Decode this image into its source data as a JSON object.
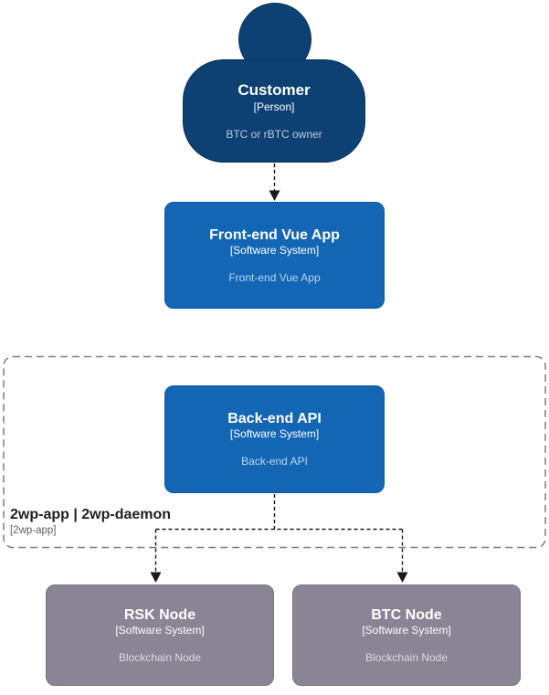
{
  "diagram": {
    "customer": {
      "title": "Customer",
      "type": "[Person]",
      "description": "BTC or rBTC owner"
    },
    "frontend": {
      "title": "Front-end Vue App",
      "type": "[Software System]",
      "description": "Front-end Vue App"
    },
    "boundary": {
      "label": "2wp-app | 2wp-daemon",
      "sublabel": "[2wp-app]"
    },
    "backend": {
      "title": "Back-end API",
      "type": "[Software System]",
      "description": "Back-end API"
    },
    "rsk": {
      "title": "RSK Node",
      "type": "[Software System]",
      "description": "Blockchain Node"
    },
    "btc": {
      "title": "BTC Node",
      "type": "[Software System]",
      "description": "Blockchain Node"
    }
  },
  "colors": {
    "person_fill": "#0d4173",
    "person_stroke": "#093157",
    "system_fill": "#1266b4",
    "system_stroke": "#0e58a0",
    "external_fill": "#8a8494",
    "external_stroke": "#787283",
    "boundary_stroke": "#7f7f7f",
    "connector": "#1a1a1a",
    "boundary_label": "#1f1f1f",
    "boundary_sublabel": "#5f5f5f"
  }
}
